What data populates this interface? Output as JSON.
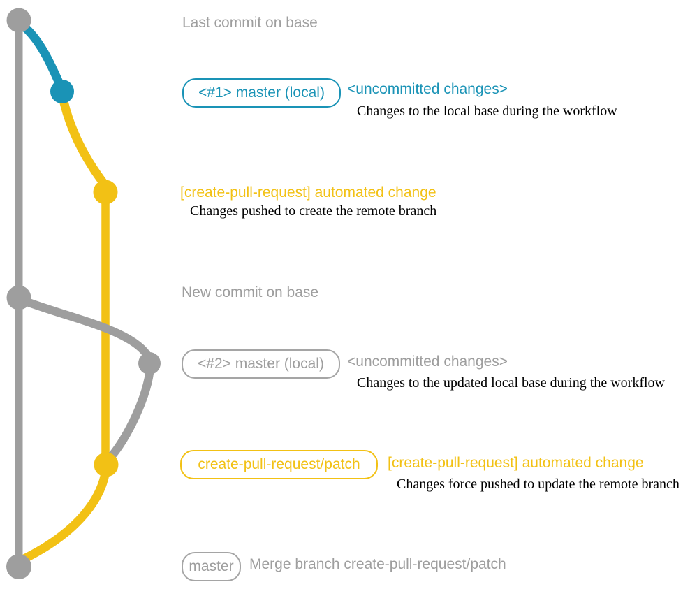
{
  "diagram_title": "Git branch workflow diagram for create-pull-request action",
  "colors": {
    "gray": "#9e9e9e",
    "teal": "#1a93b6",
    "yellow": "#f2c115",
    "description_text": "#000000",
    "background": "#ffffff"
  },
  "graph": {
    "branches": [
      {
        "name": "base-master",
        "color": "#9e9e9e"
      },
      {
        "name": "local-uncommitted-1",
        "color": "#1a93b6"
      },
      {
        "name": "create-pull-request-patch",
        "color": "#f2c115"
      },
      {
        "name": "local-uncommitted-2",
        "color": "#9e9e9e"
      }
    ],
    "commits": [
      {
        "name": "last-commit-on-base",
        "color": "#9e9e9e"
      },
      {
        "name": "uncommitted-changes-1",
        "color": "#1a93b6"
      },
      {
        "name": "automated-change-push",
        "color": "#f2c115"
      },
      {
        "name": "new-commit-on-base",
        "color": "#9e9e9e"
      },
      {
        "name": "uncommitted-changes-2",
        "color": "#9e9e9e"
      },
      {
        "name": "automated-change-force-push",
        "color": "#f2c115"
      },
      {
        "name": "merge-commit",
        "color": "#9e9e9e"
      }
    ]
  },
  "sections": {
    "last_commit": {
      "label": "Last commit on base"
    },
    "local1": {
      "badge": "<#1> master (local)",
      "heading": "<uncommitted changes>",
      "description": "Changes to the local base during the workflow"
    },
    "push1": {
      "heading": "[create-pull-request] automated change",
      "description": "Changes pushed to create the remote branch"
    },
    "new_commit": {
      "label": "New commit on base"
    },
    "local2": {
      "badge": "<#2> master (local)",
      "heading": "<uncommitted changes>",
      "description": "Changes to the updated local base during the workflow"
    },
    "push2": {
      "badge": "create-pull-request/patch",
      "heading": "[create-pull-request] automated change",
      "description": "Changes force pushed to update the remote branch"
    },
    "merge": {
      "badge": "master",
      "label": "Merge branch create-pull-request/patch"
    }
  }
}
